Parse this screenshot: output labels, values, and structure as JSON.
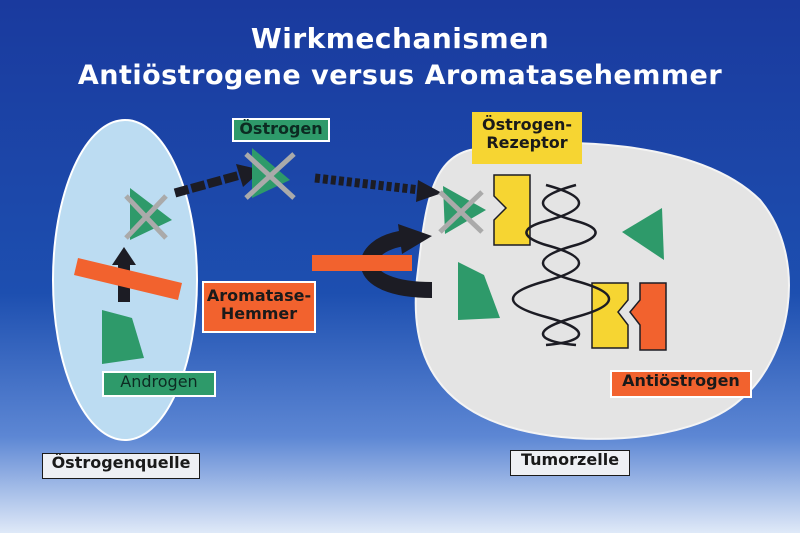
{
  "title": {
    "line1": "Wirkmechanismen",
    "line2": "Antiöstrogene versus Aromatasehemmer"
  },
  "labels": {
    "oestrogen": "Östrogen",
    "oestrogen_rezeptor": "Östrogen-\nRezeptor",
    "aromatase_hemmer": "Aromatase-\nHemmer",
    "androgen": "Androgen",
    "antioestrogen": "Antiöstrogen",
    "oestrogenquelle": "Östrogenquelle",
    "tumorzelle": "Tumorzelle"
  },
  "colors": {
    "background_top": "#1a3a9e",
    "source_cell": "#bcdcf2",
    "tumor_cell": "#e4e4e4",
    "molecule_green": "#2e9a6a",
    "receptor_yellow": "#f6d532",
    "inhibitor_orange": "#f2622e",
    "arrow_dark": "#1c1c24"
  }
}
